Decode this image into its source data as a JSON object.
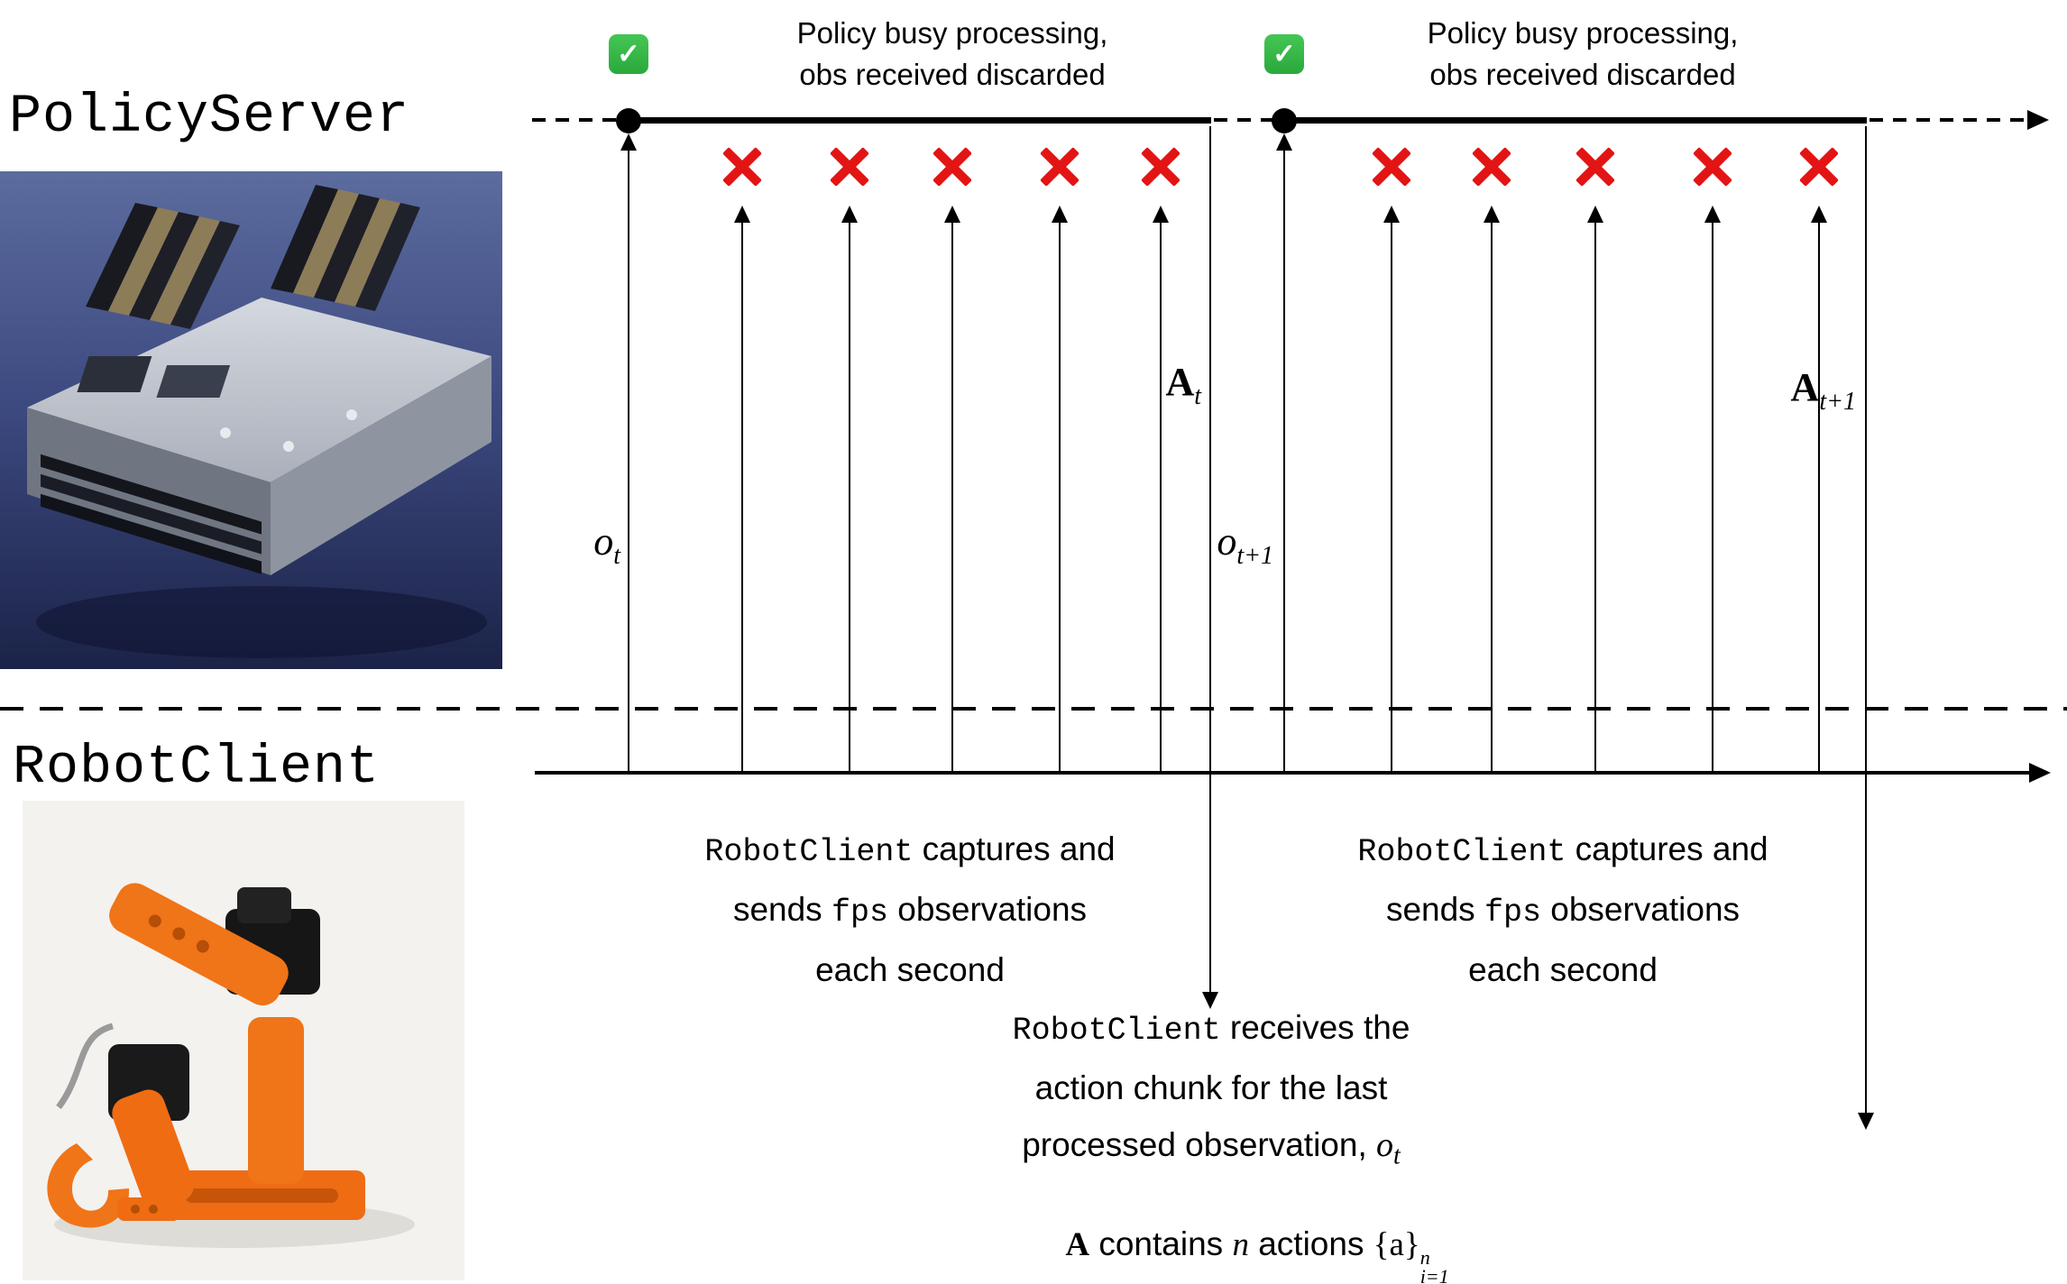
{
  "labels": {
    "policy_server": "PolicyServer",
    "robot_client": "RobotClient"
  },
  "colors": {
    "x_red": "#e31414",
    "check_green": "#2aa93c",
    "line_black": "#000000"
  },
  "icons": {
    "check_glyph": "✓"
  },
  "timeline": {
    "busy_note": {
      "line1": "Policy busy processing,",
      "line2": "obs received discarded"
    },
    "events": [
      {
        "obs": {
          "base": "o",
          "sub": "t"
        },
        "action": {
          "base": "A",
          "sub": "t"
        }
      },
      {
        "obs": {
          "base": "o",
          "sub": "t+1"
        },
        "action": {
          "base": "A",
          "sub": "t+1"
        }
      }
    ]
  },
  "notes": {
    "captures": {
      "mono1": "RobotClient",
      "rest1": " captures and",
      "pre2": "sends ",
      "mono2": "fps",
      "rest2": " observations",
      "line3": "each second"
    },
    "receives": {
      "mono1": "RobotClient",
      "rest1": " receives the",
      "line2": "action chunk for the last",
      "line3_pre": "processed observation, ",
      "obs_base": "o",
      "obs_sub": "t"
    },
    "formula": {
      "A": "A",
      "contains": " contains ",
      "n": "n",
      "actions": " actions ",
      "set": "{a}",
      "sup": "n",
      "sub": "i=1"
    }
  }
}
